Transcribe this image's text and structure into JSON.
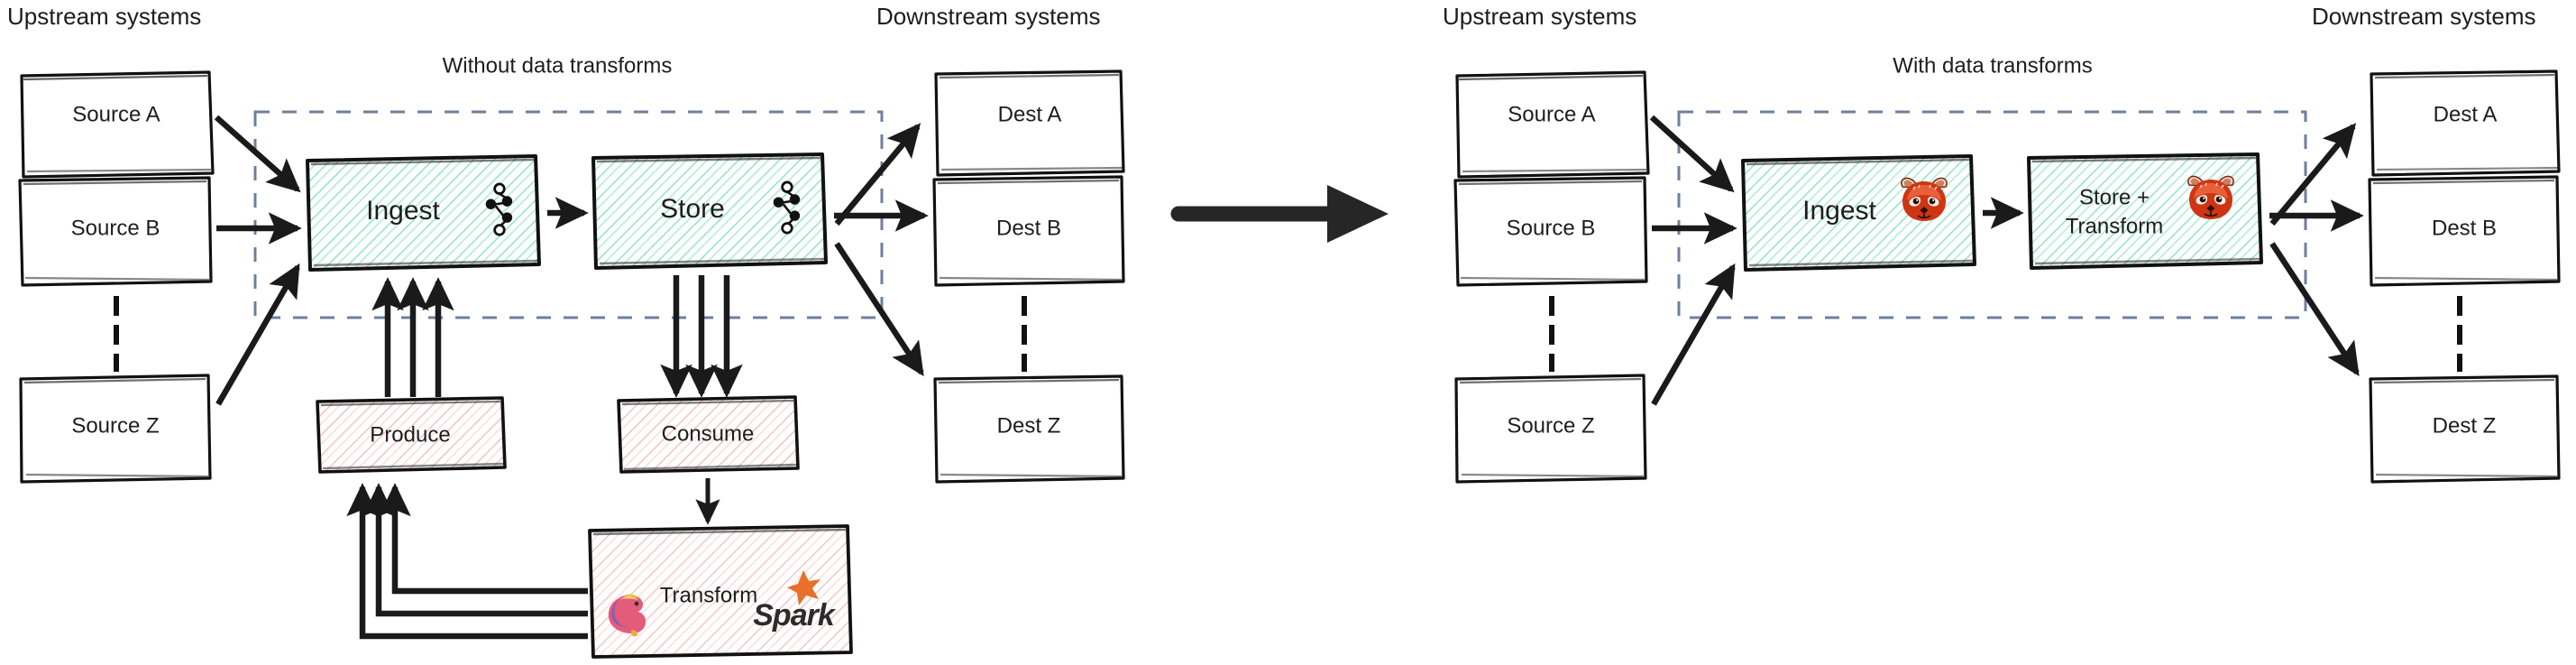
{
  "diagram": {
    "type": "architecture-comparison",
    "panels": [
      {
        "id": "without",
        "title": "Without data transforms",
        "upstream_heading": "Upstream systems",
        "downstream_heading": "Downstream systems",
        "sources": [
          "Source A",
          "Source B",
          "Source Z"
        ],
        "destinations": [
          "Dest A",
          "Dest B",
          "Dest Z"
        ],
        "platform_nodes": [
          {
            "label": "Ingest",
            "icon": "kafka-icon",
            "fill": "green"
          },
          {
            "label": "Store",
            "icon": "kafka-icon",
            "fill": "green"
          }
        ],
        "external_nodes": [
          {
            "label": "Produce",
            "icon": null,
            "fill": "red"
          },
          {
            "label": "Consume",
            "icon": null,
            "fill": "red"
          },
          {
            "label": "Transform",
            "icon": "flink-spark-icons",
            "fill": "red"
          }
        ],
        "boundary": "dashed"
      },
      {
        "id": "with",
        "title": "With data transforms",
        "upstream_heading": "Upstream systems",
        "downstream_heading": "Downstream systems",
        "sources": [
          "Source A",
          "Source B",
          "Source Z"
        ],
        "destinations": [
          "Dest A",
          "Dest B",
          "Dest Z"
        ],
        "platform_nodes": [
          {
            "label": "Ingest",
            "icon": "redpanda-icon",
            "fill": "green"
          },
          {
            "label": "Store +\nTransform",
            "label_line1": "Store +",
            "label_line2": "Transform",
            "icon": "redpanda-icon",
            "fill": "green"
          }
        ],
        "external_nodes": [],
        "boundary": "dashed"
      }
    ],
    "transition_arrow": "right-arrow"
  },
  "colors": {
    "green_hatch": "#3ecfa0",
    "red_hatch": "#f0a0a0",
    "boundary_dashed": "#6e7f9e",
    "stroke": "#111111",
    "text": "#1d1d1d",
    "spark_orange": "#e8702a",
    "redpanda_red": "#cf3413"
  },
  "labels": {
    "left": {
      "upstream_heading": "Upstream systems",
      "downstream_heading": "Downstream systems",
      "title": "Without data transforms",
      "source_a": "Source A",
      "source_b": "Source B",
      "source_z": "Source Z",
      "dest_a": "Dest A",
      "dest_b": "Dest B",
      "dest_z": "Dest Z",
      "ingest": "Ingest",
      "store": "Store",
      "produce": "Produce",
      "consume": "Consume",
      "transform": "Transform",
      "spark_wordmark": "Spark"
    },
    "right": {
      "upstream_heading": "Upstream systems",
      "downstream_heading": "Downstream systems",
      "title": "With data transforms",
      "source_a": "Source A",
      "source_b": "Source B",
      "source_z": "Source Z",
      "dest_a": "Dest A",
      "dest_b": "Dest B",
      "dest_z": "Dest Z",
      "ingest": "Ingest",
      "store_transform_line1": "Store +",
      "store_transform_line2": "Transform"
    }
  }
}
